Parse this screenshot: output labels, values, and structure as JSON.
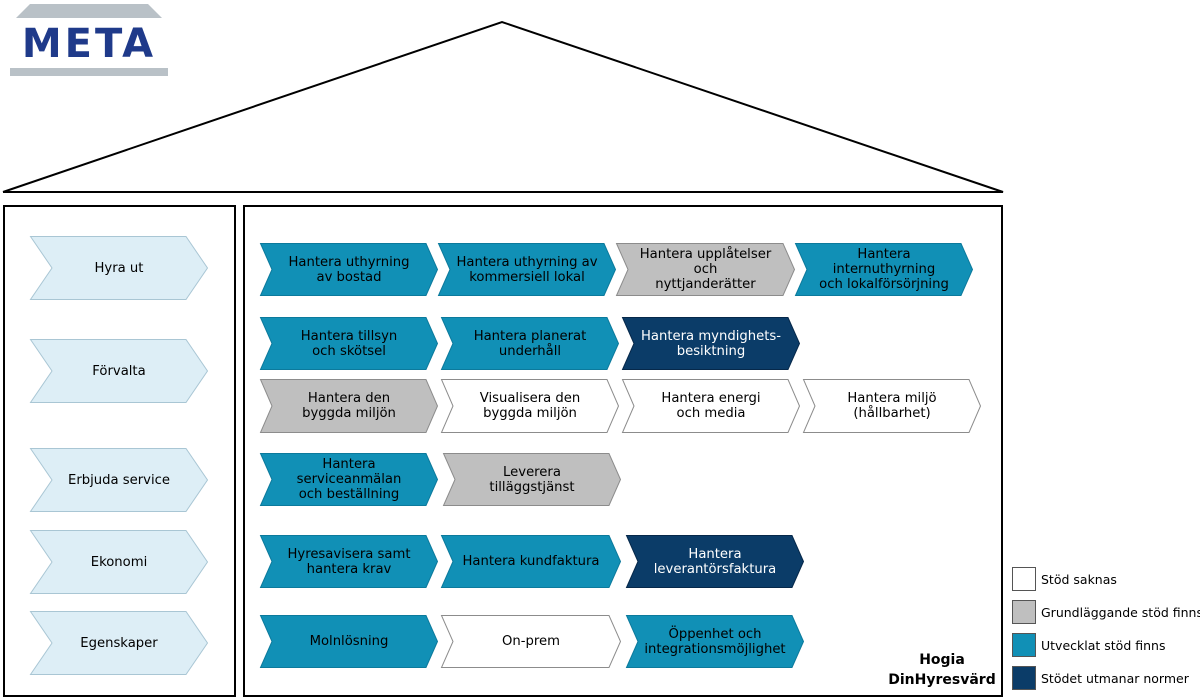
{
  "logo": {
    "text": "META"
  },
  "colors": {
    "none": "#ffffff",
    "basic": "#bfbfbf",
    "developed": "#1190b6",
    "challenges": "#0b3c68",
    "side": "#ddeef6"
  },
  "processes": [
    {
      "label": "Hyra ut"
    },
    {
      "label": "Förvalta"
    },
    {
      "label": "Erbjuda service"
    },
    {
      "label": "Ekonomi"
    },
    {
      "label": "Egenskaper"
    }
  ],
  "capabilities": [
    {
      "label": "Hantera uthyrning\nav bostad",
      "status": "developed"
    },
    {
      "label": "Hantera uthyrning av\nkommersiell lokal",
      "status": "developed"
    },
    {
      "label": "Hantera upplåtelser och\nnyttjanderätter",
      "status": "basic"
    },
    {
      "label": "Hantera internuthyrning\noch lokalförsörjning",
      "status": "developed"
    },
    {
      "label": "Hantera tillsyn\noch skötsel",
      "status": "developed"
    },
    {
      "label": "Hantera planerat\nunderhåll",
      "status": "developed"
    },
    {
      "label": "Hantera myndighets-\nbesiktning",
      "status": "challenges"
    },
    {
      "label": "Hantera den\nbyggda miljön",
      "status": "basic"
    },
    {
      "label": "Visualisera den\nbyggda miljön",
      "status": "none"
    },
    {
      "label": "Hantera energi\noch media",
      "status": "none"
    },
    {
      "label": "Hantera miljö\n(hållbarhet)",
      "status": "none"
    },
    {
      "label": "Hantera serviceanmälan\noch beställning",
      "status": "developed"
    },
    {
      "label": "Leverera\ntilläggstjänst",
      "status": "basic"
    },
    {
      "label": "Hyresavisera samt\nhantera krav",
      "status": "developed"
    },
    {
      "label": "Hantera kundfaktura",
      "status": "developed"
    },
    {
      "label": "Hantera\nleverantörsfaktura",
      "status": "challenges"
    },
    {
      "label": "Molnlösning",
      "status": "developed"
    },
    {
      "label": "On-prem",
      "status": "none"
    },
    {
      "label": "Öppenhet och\nintegrationsmöjlighet",
      "status": "developed"
    }
  ],
  "vendor": {
    "label": "Hogia\nDinHyresvärd"
  },
  "legend": [
    {
      "label": "Stöd saknas",
      "status": "none"
    },
    {
      "label": "Grundläggande stöd finns",
      "status": "basic"
    },
    {
      "label": "Utvecklat stöd finns",
      "status": "developed"
    },
    {
      "label": "Stödet utmanar normer",
      "status": "challenges"
    }
  ]
}
